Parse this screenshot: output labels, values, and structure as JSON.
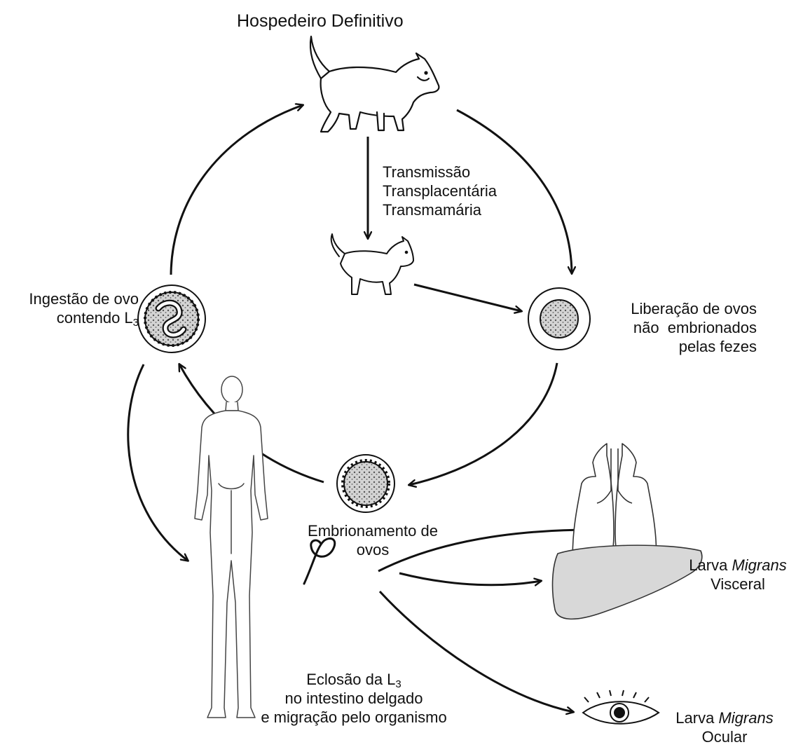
{
  "title": "Hospedeiro Definitivo",
  "transmission": {
    "line1": "Transmissão",
    "line2": "Transplacentária",
    "line3": "Transmamária"
  },
  "ingestion": {
    "line1": "Ingestão de ovo",
    "line2_prefix": "contendo L",
    "line2_sub": "3"
  },
  "release": {
    "line1": "Liberação de ovos",
    "line2": "não  embrionados",
    "line3": "pelas fezes"
  },
  "embryonation": {
    "line1": "Embrionamento de",
    "line2": "ovos"
  },
  "hatching": {
    "line1_prefix": "Eclosão da L",
    "line1_sub": "3",
    "line2": "no intestino delgado",
    "line3": "e migração pelo organismo"
  },
  "visceral": {
    "prefix": "Larva ",
    "italic": "Migrans",
    "line2": "Visceral"
  },
  "ocular": {
    "prefix": "Larva ",
    "italic": "Migrans",
    "line2": "Ocular"
  },
  "colors": {
    "ink": "#111111",
    "liver_fill": "#d8d8d8",
    "egg_fill": "#cfcfcf"
  }
}
